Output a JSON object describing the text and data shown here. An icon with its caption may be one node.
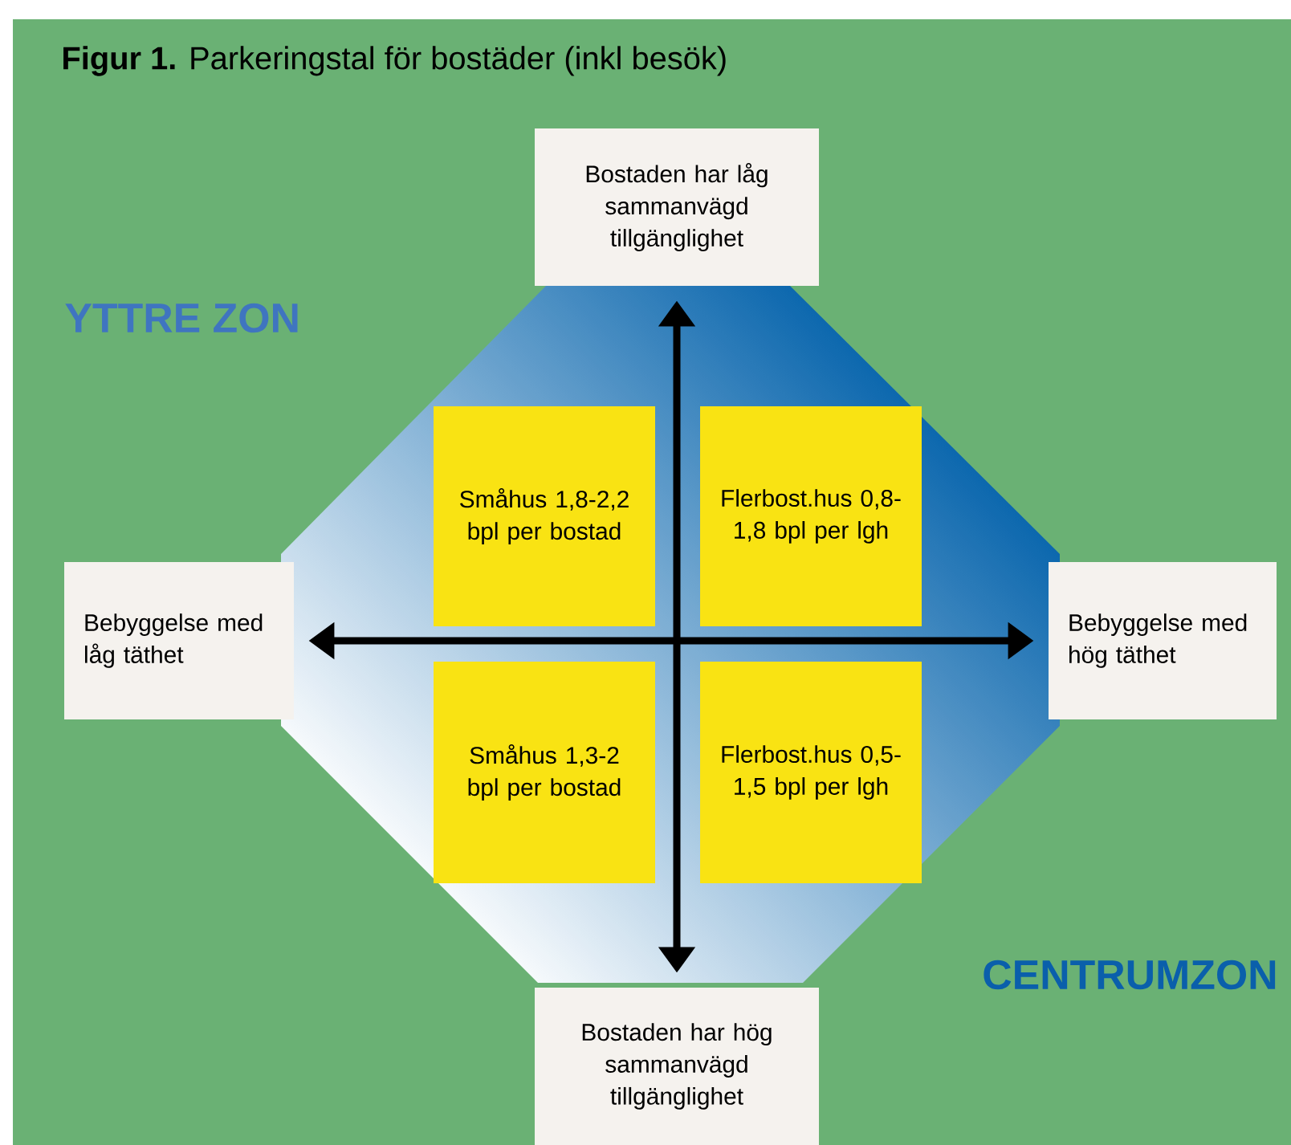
{
  "diagram": {
    "title": "**Figur 1.** Parkeringstal för bostäder (inkl besök)",
    "nodes": [
      {
        "text": [
          "Bostaden har låg sammanvägd tillgänglighet"
        ]
      },
      {
        "text": [
          "Bebyggelse med låg täthet"
        ]
      },
      {
        "text": [
          "Bebyggelse med hög täthet"
        ]
      },
      {
        "text": [
          "Bostaden har hög sammanvägd tillgänglighet"
        ]
      },
      {
        "text": [
          "Småhus 1,8-2,2 bpl per bostad"
        ]
      },
      {
        "text": [
          "Flerbost.hus 0,8-1,8 bpl per lgh"
        ]
      },
      {
        "text": [
          "Småhus 1,3-2 bpl per bostad"
        ]
      },
      {
        "text": [
          "Flerbost.hus 0,5-1,5 bpl per lgh"
        ]
      }
    ],
    "edges": [
      {
        "from": 3,
        "to": 0,
        "arrow": "both"
      },
      {
        "from": 1,
        "to": 2,
        "arrow": "both"
      }
    ],
    "labels": [
      "YTTRE ZON",
      "CENTRUMZON"
    ]
  }
}
